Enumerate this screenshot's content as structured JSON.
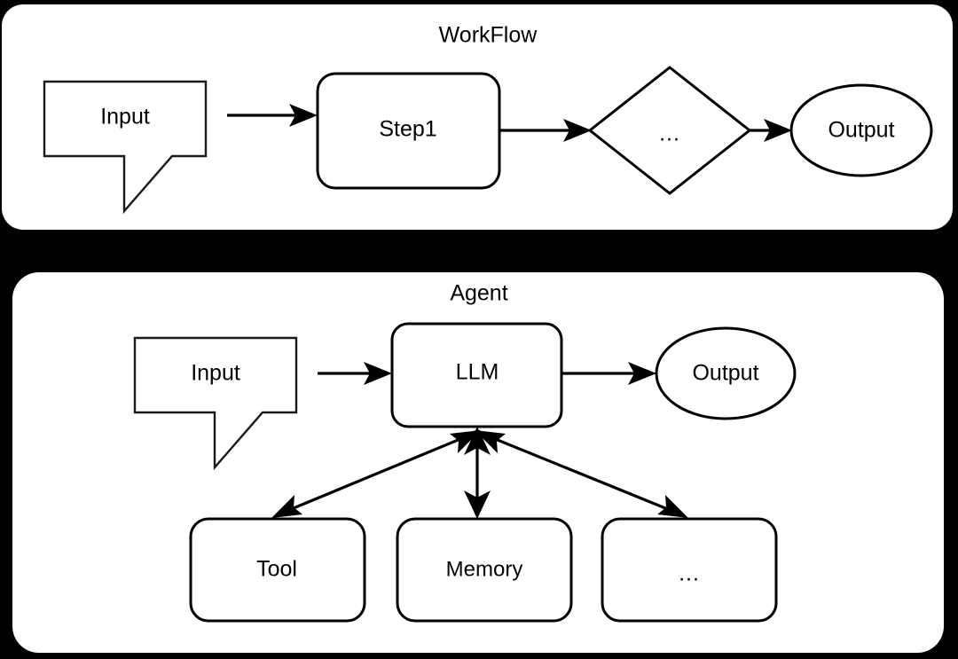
{
  "diagram": {
    "type": "flow-diagram",
    "background_color": "#000000",
    "panel_color": "#ffffff",
    "stroke_color": "#000000",
    "panels": [
      {
        "id": "workflow",
        "title": "WorkFlow",
        "nodes": [
          {
            "id": "wf-input",
            "label": "Input",
            "shape": "callout"
          },
          {
            "id": "wf-step1",
            "label": "Step1",
            "shape": "rounded-rect"
          },
          {
            "id": "wf-more",
            "label": "...",
            "shape": "diamond"
          },
          {
            "id": "wf-output",
            "label": "Output",
            "shape": "ellipse"
          }
        ],
        "edges": [
          {
            "from": "wf-input",
            "to": "wf-step1",
            "direction": "forward"
          },
          {
            "from": "wf-step1",
            "to": "wf-more",
            "direction": "forward"
          },
          {
            "from": "wf-more",
            "to": "wf-output",
            "direction": "forward"
          }
        ]
      },
      {
        "id": "agent",
        "title": "Agent",
        "nodes": [
          {
            "id": "ag-input",
            "label": "Input",
            "shape": "callout"
          },
          {
            "id": "ag-llm",
            "label": "LLM",
            "shape": "rounded-rect"
          },
          {
            "id": "ag-output",
            "label": "Output",
            "shape": "ellipse"
          },
          {
            "id": "ag-tool",
            "label": "Tool",
            "shape": "rounded-rect"
          },
          {
            "id": "ag-memory",
            "label": "Memory",
            "shape": "rounded-rect"
          },
          {
            "id": "ag-more",
            "label": "...",
            "shape": "rounded-rect"
          }
        ],
        "edges": [
          {
            "from": "ag-input",
            "to": "ag-llm",
            "direction": "forward"
          },
          {
            "from": "ag-llm",
            "to": "ag-output",
            "direction": "forward"
          },
          {
            "from": "ag-llm",
            "to": "ag-tool",
            "direction": "bidirectional"
          },
          {
            "from": "ag-llm",
            "to": "ag-memory",
            "direction": "bidirectional"
          },
          {
            "from": "ag-llm",
            "to": "ag-more",
            "direction": "bidirectional"
          }
        ]
      }
    ]
  }
}
